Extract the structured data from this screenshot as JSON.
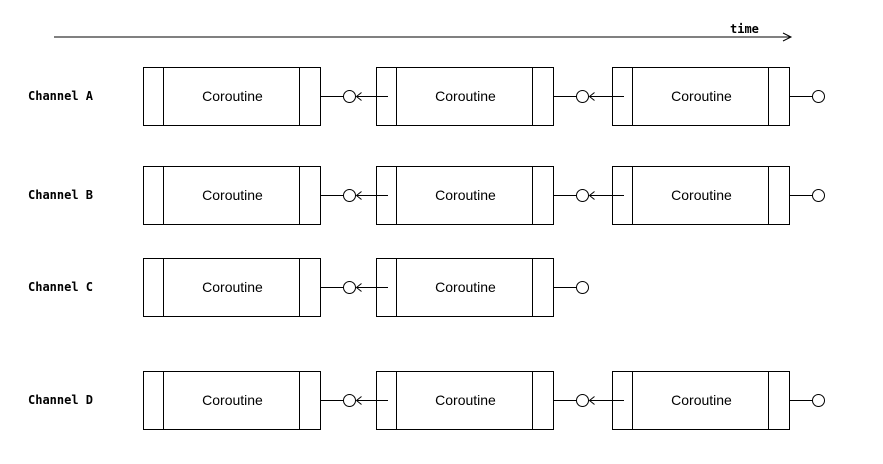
{
  "time_label": "time",
  "colors": {
    "stroke": "#000000",
    "background": "#ffffff"
  },
  "channels": [
    {
      "label": "Channel A",
      "blocks": [
        "Coroutine",
        "Coroutine",
        "Coroutine"
      ]
    },
    {
      "label": "Channel B",
      "blocks": [
        "Coroutine",
        "Coroutine",
        "Coroutine"
      ]
    },
    {
      "label": "Channel C",
      "blocks": [
        "Coroutine",
        "Coroutine"
      ]
    },
    {
      "label": "Channel D",
      "blocks": [
        "Coroutine",
        "Coroutine",
        "Coroutine"
      ]
    }
  ]
}
